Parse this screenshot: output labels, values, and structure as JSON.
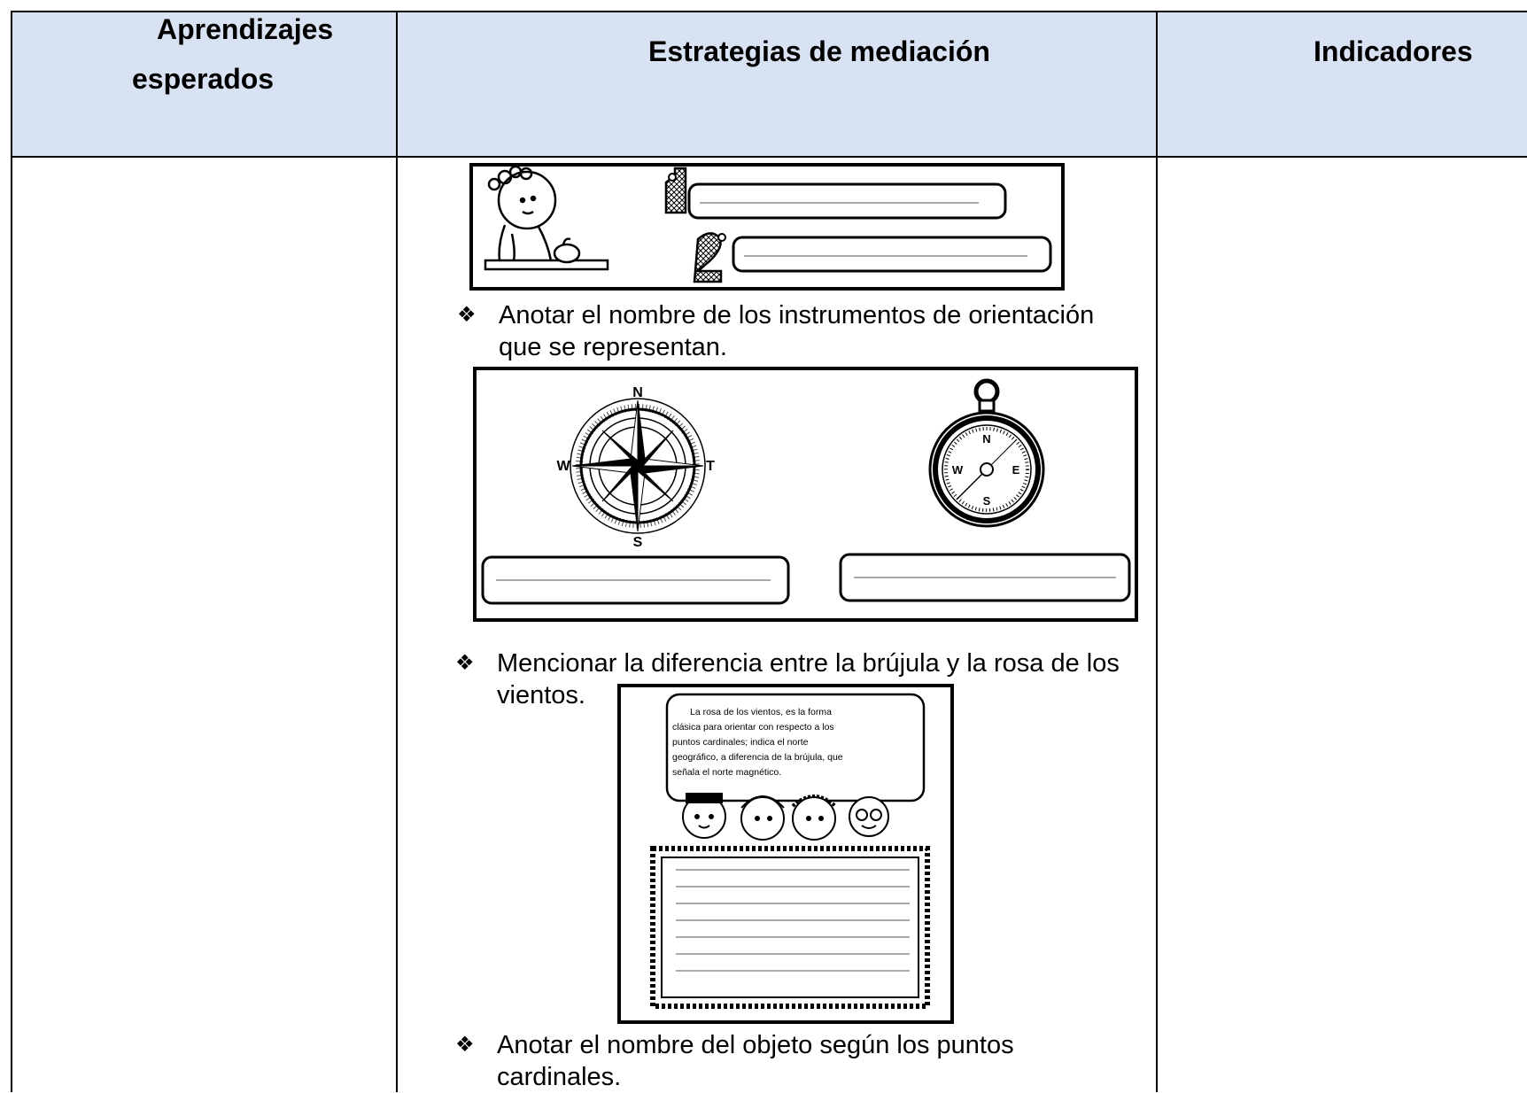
{
  "header": {
    "col1_line1": "Aprendizajes",
    "col1_line2": "esperados",
    "col2": "Estrategias de mediación",
    "col3": "Indicadores"
  },
  "bullets": {
    "b1_line1": "Anotar el nombre de los instrumentos de orientación",
    "b1_line2": "que se representan.",
    "b2_line1": "Mencionar la diferencia entre la brújula y la rosa de los",
    "b2_line2": "vientos.",
    "b3_line1": "Anotar el nombre del objeto según los puntos",
    "b3_line2": "cardinales."
  },
  "bullet_symbol": "❖",
  "worksheet1": {
    "num1": "1",
    "num2": "2"
  },
  "compass_rose": {
    "n": "N",
    "s": "S",
    "w": "W",
    "e": "T"
  },
  "compass": {
    "n": "N",
    "s": "S",
    "w": "W",
    "e": "E"
  },
  "speech_text": [
    "La rosa de los vientos, es la forma",
    "clásica para orientar con respecto a los",
    "puntos cardinales; indica el norte",
    "geográfico, a diferencia de la brújula, que",
    "señala el norte magnético."
  ],
  "colors": {
    "header_bg": "#d9e2f3",
    "border": "#000000"
  }
}
